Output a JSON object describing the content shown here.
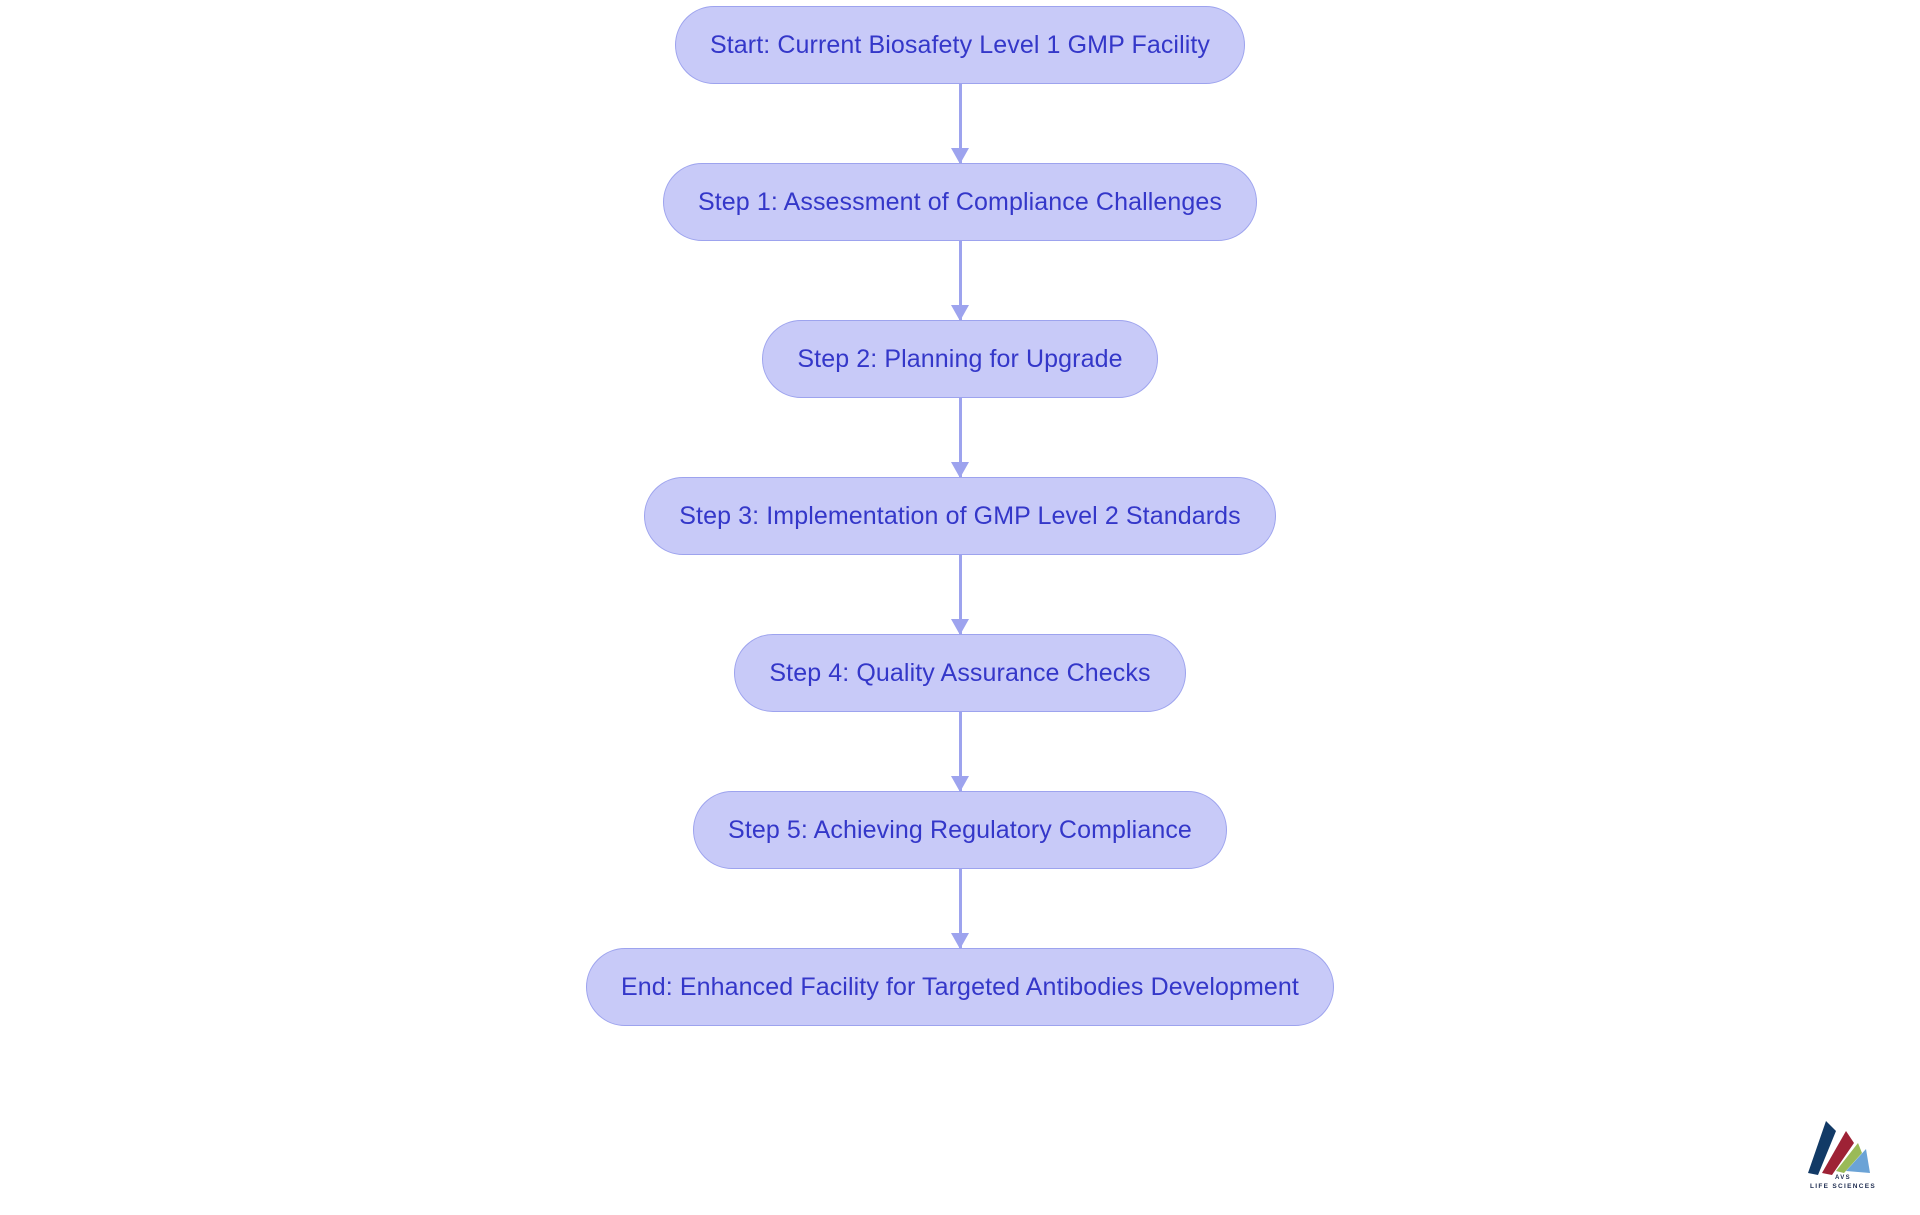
{
  "diagram": {
    "type": "flowchart",
    "orientation": "top-to-bottom",
    "colors": {
      "node_fill": "#c8caf8",
      "node_border": "#9da3ee",
      "node_text": "#3437c9",
      "connector": "#9da3ee",
      "background": "#ffffff"
    },
    "nodes": [
      {
        "id": "start",
        "label": "Start: Current Biosafety Level 1 GMP Facility",
        "shape": "stadium"
      },
      {
        "id": "step1",
        "label": "Step 1: Assessment of Compliance Challenges",
        "shape": "stadium"
      },
      {
        "id": "step2",
        "label": "Step 2: Planning for Upgrade",
        "shape": "stadium"
      },
      {
        "id": "step3",
        "label": "Step 3: Implementation of GMP Level 2 Standards",
        "shape": "stadium"
      },
      {
        "id": "step4",
        "label": "Step 4: Quality Assurance Checks",
        "shape": "stadium"
      },
      {
        "id": "step5",
        "label": "Step 5: Achieving Regulatory Compliance",
        "shape": "stadium"
      },
      {
        "id": "end",
        "label": "End: Enhanced Facility for Targeted Antibodies Development",
        "shape": "stadium"
      }
    ],
    "edges": [
      {
        "from": "start",
        "to": "step1",
        "label": ""
      },
      {
        "from": "step1",
        "to": "step2",
        "label": ""
      },
      {
        "from": "step2",
        "to": "step3",
        "label": ""
      },
      {
        "from": "step3",
        "to": "step4",
        "label": ""
      },
      {
        "from": "step4",
        "to": "step5",
        "label": ""
      },
      {
        "from": "step5",
        "to": "end",
        "label": ""
      }
    ]
  },
  "logo": {
    "line1": "AVS",
    "line2": "LIFE SCIENCES",
    "colors": {
      "navy": "#123a66",
      "red": "#9e2235",
      "green": "#9aba57",
      "blue": "#6ba3d6"
    }
  }
}
